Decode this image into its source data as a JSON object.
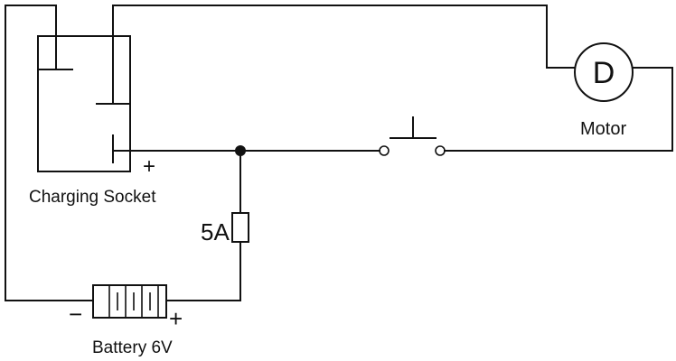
{
  "labels": {
    "charging_socket": "Charging Socket",
    "motor": "Motor",
    "motor_symbol": "D",
    "fuse": "5A",
    "battery": "Battery 6V",
    "socket_plus": "+",
    "battery_minus": "−",
    "battery_plus": "+"
  },
  "colors": {
    "line": "#111111",
    "background": "#ffffff"
  }
}
